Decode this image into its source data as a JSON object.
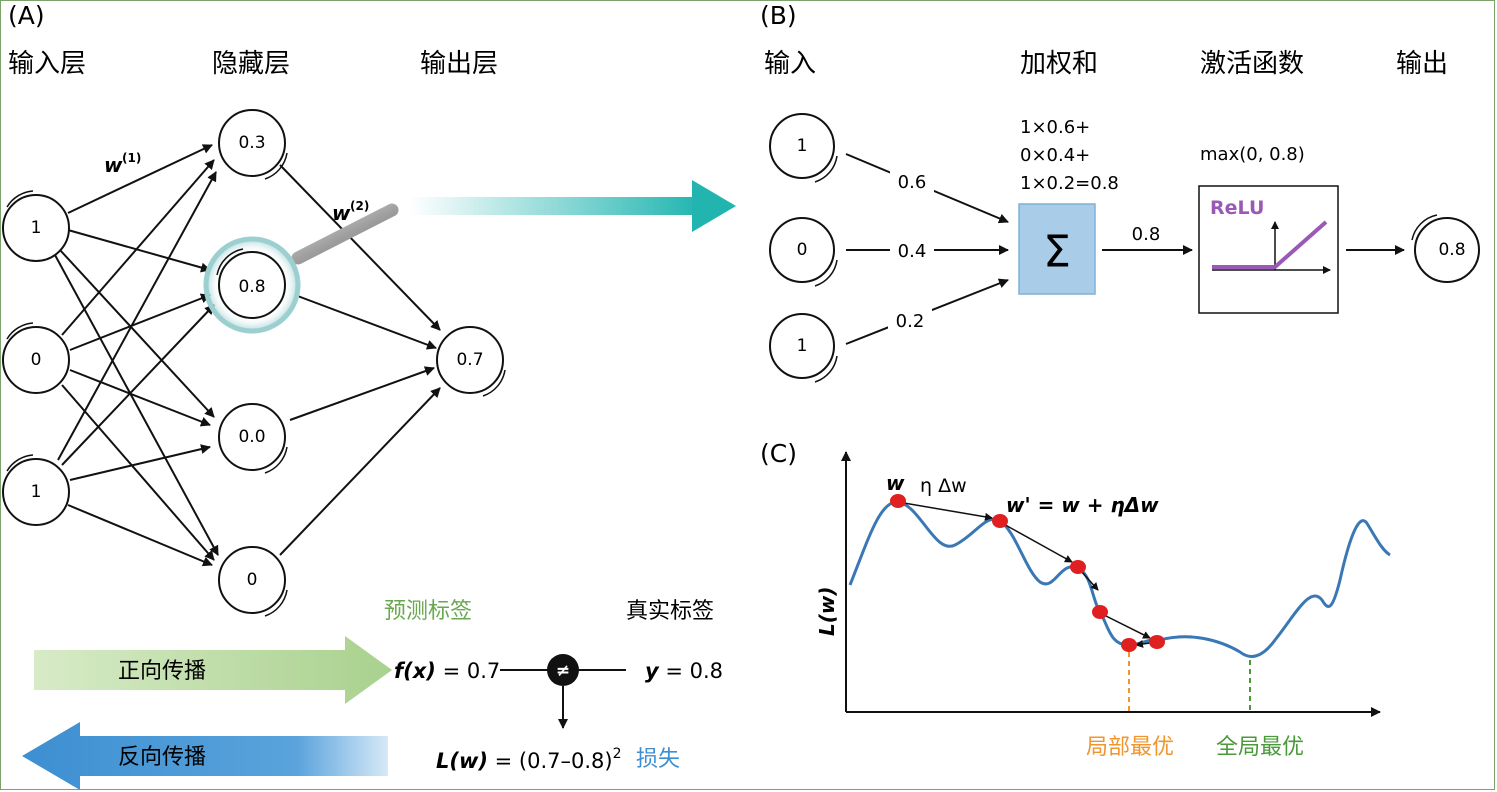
{
  "panel_a": {
    "label": "(A)",
    "headers": {
      "input": "输入层",
      "hidden": "隐藏层",
      "output": "输出层"
    },
    "input_nodes": [
      "1",
      "0",
      "1"
    ],
    "hidden_nodes": [
      "0.3",
      "0.8",
      "0.0",
      "0"
    ],
    "output_node": "0.7",
    "w1_label": "w",
    "w1_sup": "(1)",
    "w2_label": "w",
    "w2_sup": "(2)",
    "pred_label_title": "预测标签",
    "true_label_title": "真实标签",
    "forward": "正向传播",
    "backward": "反向传播",
    "fx_lhs": "f(x)",
    "fx_rhs": " = 0.7",
    "y_lhs": "y",
    "y_rhs": " = 0.8",
    "neq": "≠",
    "loss_lhs": "L(w)",
    "loss_rhs": " = (0.7–0.8)",
    "loss_exp": "2",
    "loss_word": "损失",
    "colors": {
      "pred": "#6aa84f",
      "loss_word": "#3d8fd1",
      "forward": "#a9d18e",
      "backward": "#3d8fd1"
    }
  },
  "panel_b": {
    "label": "(B)",
    "headers": {
      "input": "输入",
      "weighted": "加权和",
      "activation": "激活函数",
      "output": "输出"
    },
    "input_nodes": [
      "1",
      "0",
      "1"
    ],
    "weights": [
      "0.6",
      "0.4",
      "0.2"
    ],
    "sum_lines": [
      "1×0.6+",
      "0×0.4+",
      "1×0.2=0.8"
    ],
    "sigma": "Σ",
    "sum_out": "0.8",
    "max_expr": "max(0, 0.8)",
    "relu": "ReLU",
    "output_node": "0.8",
    "colors": {
      "sum_box": "#a9cde8",
      "relu": "#9b59b6",
      "arrow": "#22b5b0"
    }
  },
  "panel_c": {
    "label": "(C)",
    "w_label": "w",
    "step_label": "η Δw",
    "update_label": "w' = w + ηΔw",
    "ylabel": "L(w)",
    "local_opt": "局部最优",
    "global_opt": "全局最优",
    "colors": {
      "curve": "#3a78b5",
      "point": "#e02020",
      "local": "#f0962e",
      "global": "#4a9a3a"
    }
  }
}
